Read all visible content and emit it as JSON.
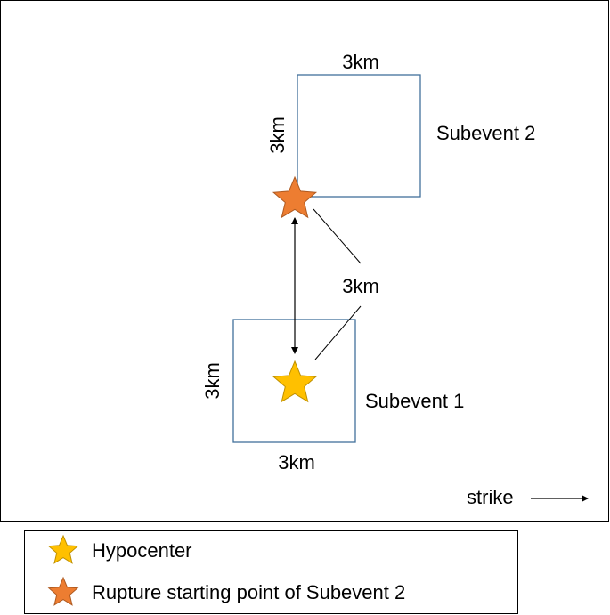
{
  "labels": {
    "sub2_width": "3km",
    "sub2_height": "3km",
    "sub2_name": "Subevent 2",
    "distance": "3km",
    "sub1_height": "3km",
    "sub1_name": "Subevent 1",
    "sub1_width": "3km",
    "strike": "strike"
  },
  "legend": {
    "items": [
      {
        "label": "Hypocenter",
        "icon": "star-icon",
        "color": "#FFC000"
      },
      {
        "label": "Rupture starting point of Subevent 2",
        "icon": "star-icon",
        "color": "#ED7D31"
      }
    ]
  },
  "colors": {
    "box_stroke": "#41719C",
    "hypocenter": "#FFC000",
    "hypocenter_stroke": "#BF9000",
    "rupture": "#ED7D31",
    "rupture_stroke": "#AE5A21"
  }
}
